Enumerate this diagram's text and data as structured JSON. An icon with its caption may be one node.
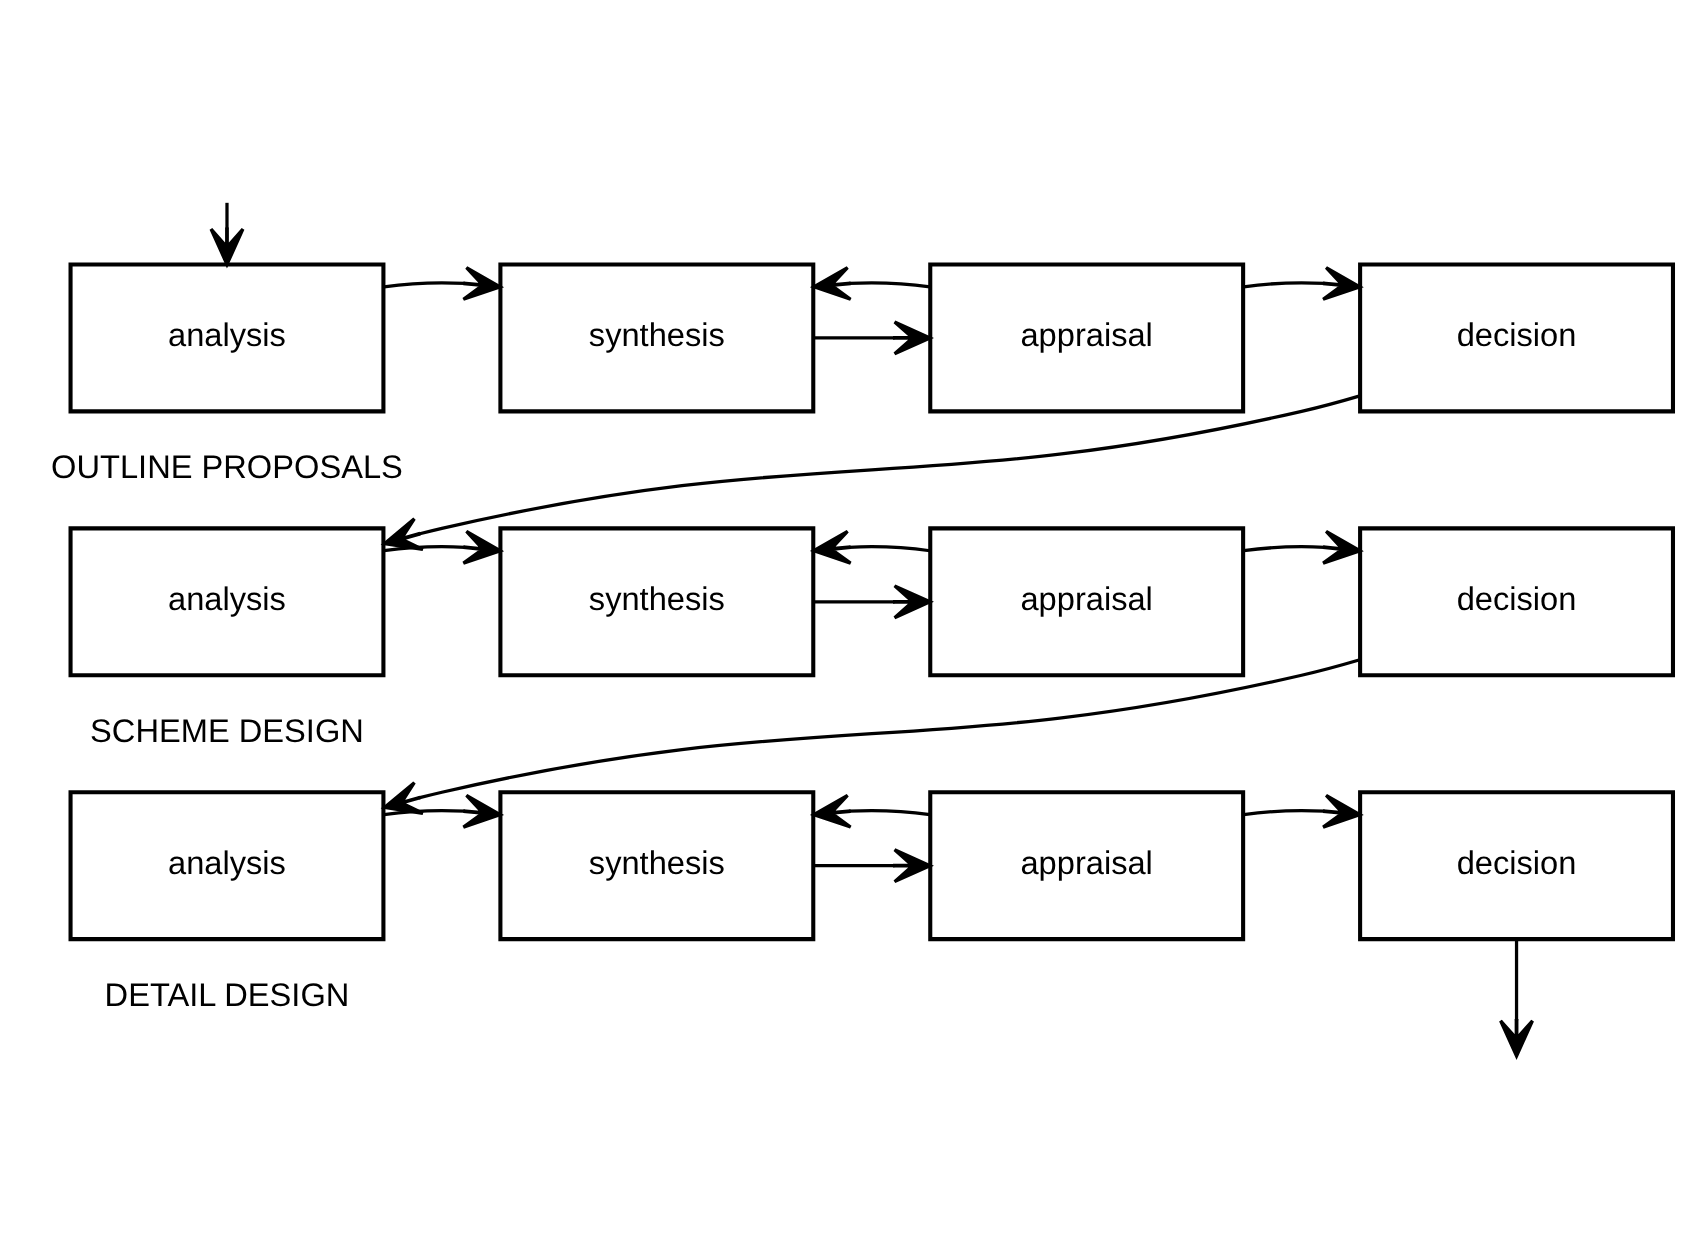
{
  "diagram": {
    "nodes": [
      {
        "text": [
          "analysis"
        ],
        "beside": [
          "OUTLINE PROPOSALS"
        ]
      },
      {
        "text": [
          "synthesis"
        ]
      },
      {
        "text": [
          "appraisal"
        ]
      },
      {
        "text": [
          "decision"
        ]
      },
      {
        "text": [
          "analysis"
        ],
        "beside": [
          "SCHEME DESIGN"
        ]
      },
      {
        "text": [
          "synthesis"
        ]
      },
      {
        "text": [
          "appraisal"
        ]
      },
      {
        "text": [
          "decision"
        ]
      },
      {
        "text": [
          "analysis"
        ],
        "beside": [
          "DETAIL DESIGN"
        ]
      },
      {
        "text": [
          "synthesis"
        ]
      },
      {
        "text": [
          "appraisal"
        ]
      },
      {
        "text": [
          "decision"
        ]
      }
    ],
    "edges": [
      {
        "from": null,
        "to": 0,
        "arrow": "to"
      },
      {
        "from": 0,
        "to": 1,
        "arrow": "to"
      },
      {
        "from": 1,
        "to": 2,
        "arrow": "to"
      },
      {
        "from": 2,
        "to": 1,
        "arrow": "to"
      },
      {
        "from": 2,
        "to": 3,
        "arrow": "to"
      },
      {
        "from": 3,
        "to": 4,
        "arrow": "to"
      },
      {
        "from": 4,
        "to": 5,
        "arrow": "to"
      },
      {
        "from": 5,
        "to": 6,
        "arrow": "to"
      },
      {
        "from": 6,
        "to": 5,
        "arrow": "to"
      },
      {
        "from": 6,
        "to": 7,
        "arrow": "to"
      },
      {
        "from": 7,
        "to": 8,
        "arrow": "to"
      },
      {
        "from": 8,
        "to": 9,
        "arrow": "to"
      },
      {
        "from": 9,
        "to": 10,
        "arrow": "to"
      },
      {
        "from": 10,
        "to": 9,
        "arrow": "to"
      },
      {
        "from": 10,
        "to": 11,
        "arrow": "to"
      },
      {
        "from": 11,
        "to": null,
        "arrow": "to"
      }
    ]
  }
}
